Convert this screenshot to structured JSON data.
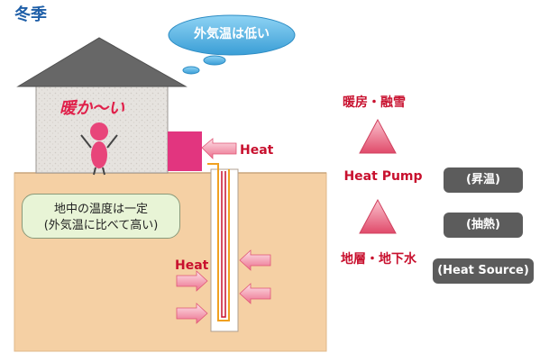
{
  "season_title": "冬季",
  "cloud_text": "外気温は低い",
  "house_text": "暖か～い",
  "heat_top_label": "Heat",
  "heat_underground_label": "Heat",
  "ground_note": {
    "line1": "地中の温度は一定",
    "line2": "(外気温に比べて高い)"
  },
  "flow": {
    "top": "暖房・融雪",
    "middle": "Heat Pump",
    "bottom": "地層・地下水"
  },
  "stages": {
    "upper": "(昇温)",
    "lower": "(抽熱)",
    "source": "(Heat Source)"
  },
  "colors": {
    "sky_cloud": "#5ab8e8",
    "ground": "#f5d0a4",
    "heat_pump": "#e2357f",
    "person": "#e8457a",
    "arrow": "#f28ea6",
    "triangle": "#e85a78",
    "pill": "#5c5c5c",
    "accent_text": "#c8102e"
  }
}
